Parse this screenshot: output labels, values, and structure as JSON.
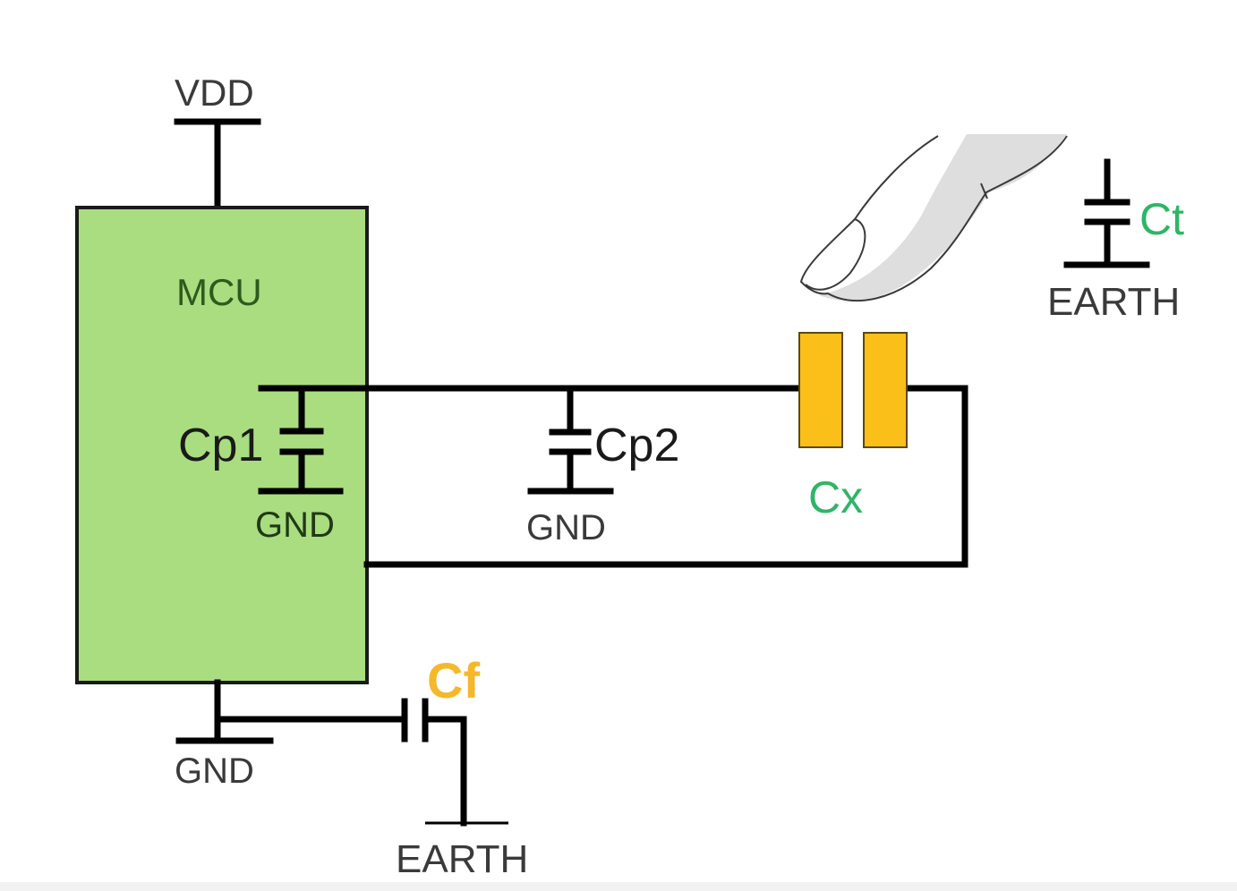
{
  "diagram": {
    "title": "Capacitive touch sensing circuit",
    "colors": {
      "mcu_fill": "#a9dd7f",
      "mcu_text": "#2f5a1e",
      "electrode_fill": "#fbbf19",
      "green_label": "#2fb567",
      "yellow_label": "#f5b82a",
      "wire": "#000000",
      "finger_fill": "#dedede"
    },
    "labels": {
      "vdd": "VDD",
      "mcu": "MCU",
      "cp1": "Cp1",
      "gnd_cp1": "GND",
      "cp2": "Cp2",
      "gnd_cp2": "GND",
      "cx": "Cx",
      "ct": "Ct",
      "earth_ct": "EARTH",
      "cf": "Cf",
      "gnd_mcu": "GND",
      "earth_cf": "EARTH"
    },
    "components": [
      {
        "id": "MCU",
        "type": "microcontroller"
      },
      {
        "id": "Cp1",
        "type": "capacitor",
        "to": "GND"
      },
      {
        "id": "Cp2",
        "type": "capacitor",
        "to": "GND"
      },
      {
        "id": "Cx",
        "type": "touch-electrode"
      },
      {
        "id": "Ct",
        "type": "capacitor",
        "to": "EARTH"
      },
      {
        "id": "Cf",
        "type": "capacitor",
        "from": "GND",
        "to": "EARTH"
      }
    ]
  }
}
